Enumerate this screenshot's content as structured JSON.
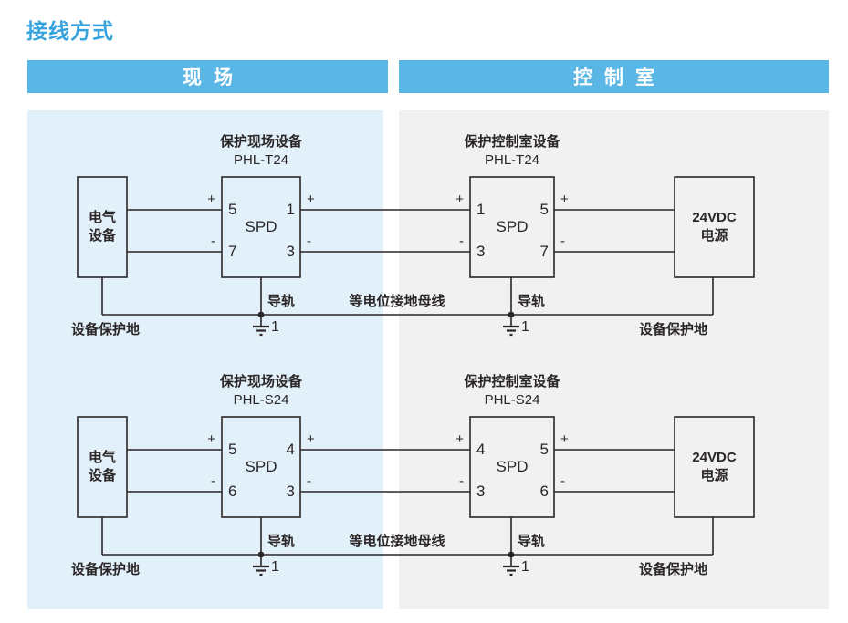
{
  "title": "接线方式",
  "headers": {
    "field": "现场",
    "control": "控制室"
  },
  "colors": {
    "accent_blue": "#36a3dc",
    "header_bar_blue": "#5ab6e5",
    "field_panel_bg": "#e2f0fa",
    "control_panel_bg": "#f1f1f1",
    "line_color": "#2b2627"
  },
  "diagrams": [
    {
      "equipment": {
        "line1": "电气",
        "line2": "设备"
      },
      "power": {
        "line1": "24VDC",
        "line2": "电源"
      },
      "field_spd": {
        "label": "保护现场设备",
        "model": "PHL-T24",
        "name": "SPD",
        "pins": {
          "top_left": "5",
          "top_right": "1",
          "bottom_left": "7",
          "bottom_right": "3"
        }
      },
      "control_spd": {
        "label": "保护控制室设备",
        "model": "PHL-T24",
        "name": "SPD",
        "pins": {
          "top_left": "1",
          "top_right": "5",
          "bottom_left": "3",
          "bottom_right": "7"
        }
      },
      "polarity": {
        "plus": "+",
        "minus": "-"
      },
      "rail_field": "导轨",
      "rail_control": "导轨",
      "bus_label": "等电位接地母线",
      "ground_label_field": "设备保护地",
      "ground_label_control": "设备保护地",
      "ground_marker_field": "1",
      "ground_marker_control": "1"
    },
    {
      "equipment": {
        "line1": "电气",
        "line2": "设备"
      },
      "power": {
        "line1": "24VDC",
        "line2": "电源"
      },
      "field_spd": {
        "label": "保护现场设备",
        "model": "PHL-S24",
        "name": "SPD",
        "pins": {
          "top_left": "5",
          "top_right": "4",
          "bottom_left": "6",
          "bottom_right": "3"
        }
      },
      "control_spd": {
        "label": "保护控制室设备",
        "model": "PHL-S24",
        "name": "SPD",
        "pins": {
          "top_left": "4",
          "top_right": "5",
          "bottom_left": "3",
          "bottom_right": "6"
        }
      },
      "polarity": {
        "plus": "+",
        "minus": "-"
      },
      "rail_field": "导轨",
      "rail_control": "导轨",
      "bus_label": "等电位接地母线",
      "ground_label_field": "设备保护地",
      "ground_label_control": "设备保护地",
      "ground_marker_field": "1",
      "ground_marker_control": "1"
    }
  ]
}
